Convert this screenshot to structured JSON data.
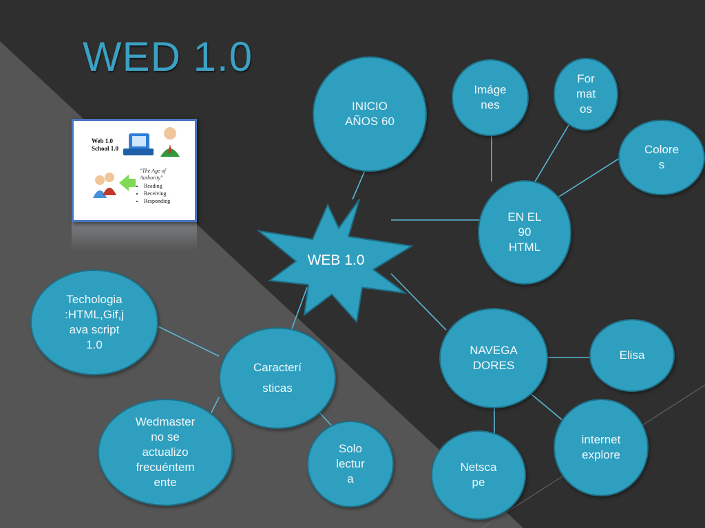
{
  "slide": {
    "title": "WED 1.0",
    "center_label": "WEB 1.0",
    "nodes": {
      "inicio": "INICIO\nAÑOS 60",
      "imagenes": "Imáge\nnes",
      "formatos": "For\nmat\nos",
      "colores": "Colore\ns",
      "en90": "EN EL\n90\nHTML",
      "tecnologia": "Techologia\n:HTML,Gif,j\nava script\n1.0",
      "caracteristicas": "Caracterí\nsticas",
      "navegadores": "NAVEGA\nDORES",
      "elisa": "Elisa",
      "webmaster": "Wedmaster\nno se\nactualizo\nfrecuéntem\nente",
      "solo_lectura": "Solo\nlectur\na",
      "netscape": "Netsca\npe",
      "internet": "internet\nexplore"
    },
    "thumbnail": {
      "heading": "Web 1.0\nSchool 1.0",
      "quote": "\"The Age of\nAuthority\"",
      "bullets": [
        "Reading",
        "Receiving",
        "Responding"
      ]
    }
  },
  "colors": {
    "node_fill": "#2e9fbf",
    "node_border": "#1f6f86",
    "title": "#3aa2c4",
    "connector": "#5ab8d4"
  }
}
